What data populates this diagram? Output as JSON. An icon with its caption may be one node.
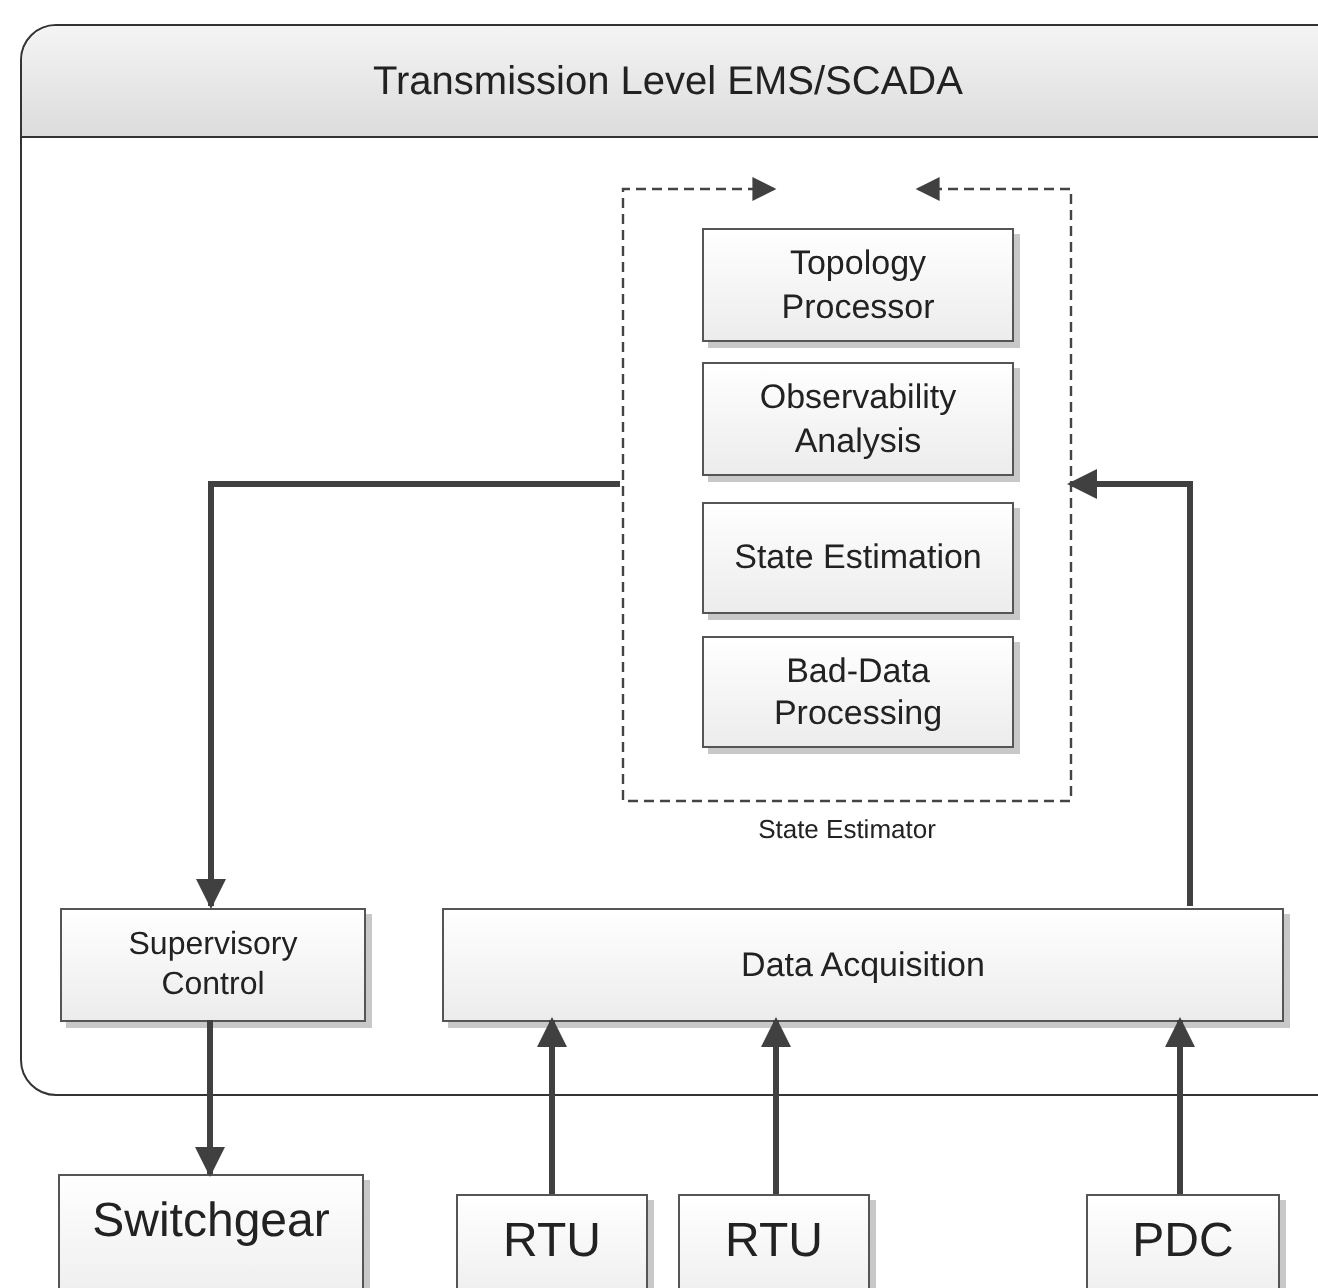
{
  "diagram": {
    "nodes": [
      {
        "text": [
          "Transmission Level EMS/SCADA"
        ]
      },
      {
        "text": [
          "State Estimator"
        ],
        "in": 0
      },
      {
        "text": [
          "Topology Processor"
        ],
        "in": 1
      },
      {
        "text": [
          "Observability Analysis"
        ],
        "in": 1
      },
      {
        "text": [
          "State Estimation"
        ],
        "in": 1
      },
      {
        "text": [
          "Bad-Data Processing"
        ],
        "in": 1
      },
      {
        "text": [
          "Supervisory Control"
        ],
        "in": 0
      },
      {
        "text": [
          "Data Acquisition"
        ],
        "in": 0
      },
      {
        "text": [
          "Switchgear"
        ]
      },
      {
        "text": [
          "RTU"
        ]
      },
      {
        "text": [
          "RTU"
        ]
      },
      {
        "text": [
          "PDC"
        ]
      }
    ],
    "edges": [
      {
        "from": 1,
        "to": 6,
        "arrow": "to"
      },
      {
        "from": 7,
        "to": 1,
        "arrow": "to"
      },
      {
        "from": 6,
        "to": 8,
        "arrow": "to"
      },
      {
        "from": 9,
        "to": 7,
        "arrow": "to"
      },
      {
        "from": 10,
        "to": 7,
        "arrow": "to"
      },
      {
        "from": 11,
        "to": 7,
        "arrow": "to"
      }
    ]
  }
}
